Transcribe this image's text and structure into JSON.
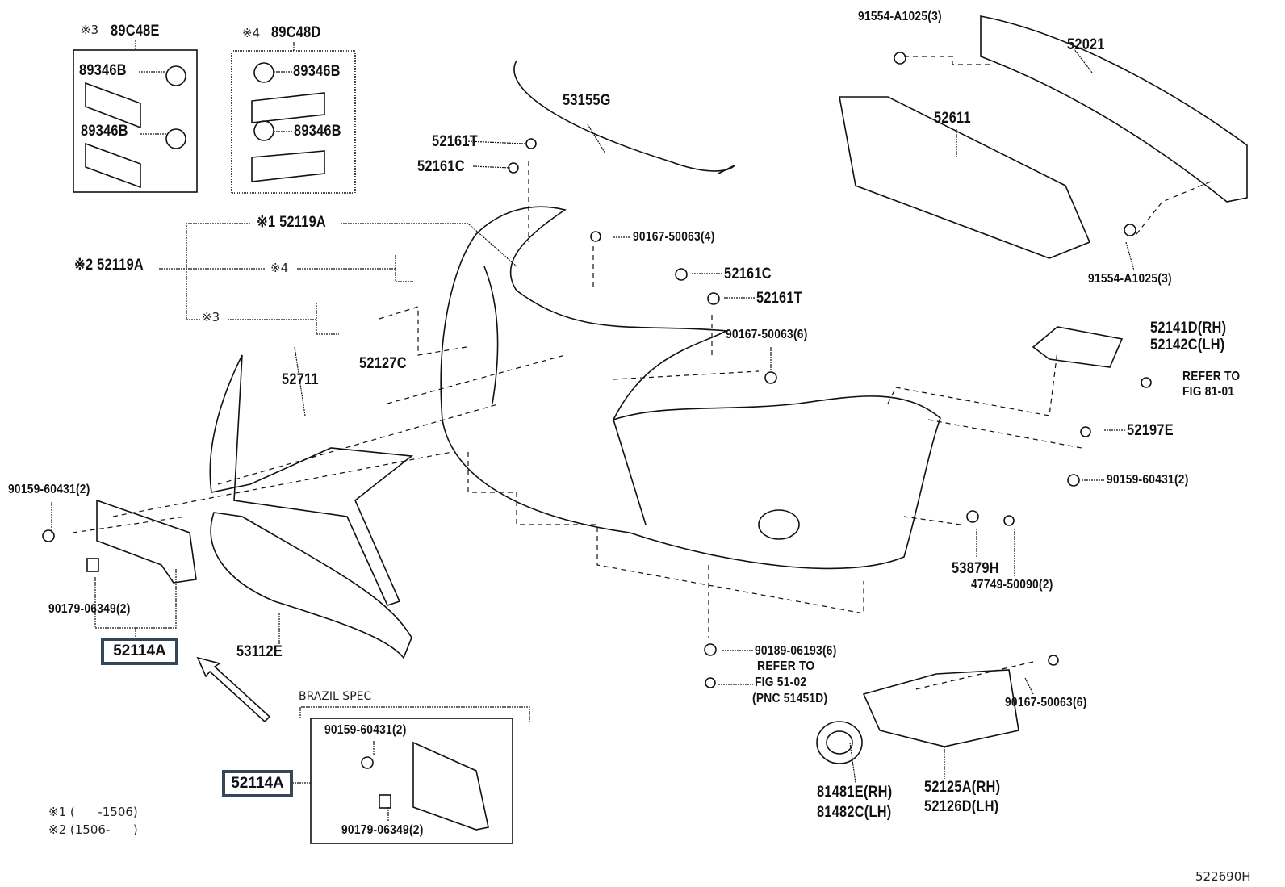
{
  "diagram": {
    "figure_id": "522690H",
    "brazil_spec": "BRAZIL SPEC",
    "notes": [
      "※1 (      -1506)",
      "※2 (1506-      )"
    ],
    "callouts": {
      "c3_89C48E_mark": "※3",
      "c3_89C48E": "89C48E",
      "c4_89C48D_mark": "※4",
      "c4_89C48D": "89C48D",
      "p89346B_a": "89346B",
      "p89346B_b": "89346B",
      "p89346B_c": "89346B",
      "p89346B_d": "89346B",
      "p53155G": "53155G",
      "p52161T_a": "52161T",
      "p52161C_a": "52161C",
      "p91554_top": "91554-A1025(3)",
      "p52021": "52021",
      "p52611": "52611",
      "p52119A_1": "※1 52119A",
      "p90167_4": "90167-50063(4)",
      "p52119A_2": "※2 52119A",
      "mark4": "※4",
      "mark3": "※3",
      "p91554_bottom": "91554-A1025(3)",
      "p52161C_b": "52161C",
      "p52161T_b": "52161T",
      "p52141D": "52141D(RH)",
      "p52142C": "52142C(LH)",
      "p90167_6a": "90167-50063(6)",
      "p52127C": "52127C",
      "p52711": "52711",
      "refer1_a": "REFER TO",
      "refer1_b": "FIG 81-01",
      "p52197E": "52197E",
      "p90159_left": "90159-60431(2)",
      "p90159_right": "90159-60431(2)",
      "p53879H": "53879H",
      "p47749": "47749-50090(2)",
      "p90179_left": "90179-06349(2)",
      "p52114A_main": "52114A",
      "p53112E": "53112E",
      "p90189": "90189-06193(6)",
      "refer2_a": "REFER TO",
      "refer2_b": "FIG 51-02",
      "refer2_c": "(PNC 51451D)",
      "p90167_6b": "90167-50063(6)",
      "p90159_brazil": "90159-60431(2)",
      "p52114A_brazil": "52114A",
      "p90179_brazil": "90179-06349(2)",
      "p81481E": "81481E(RH)",
      "p81482C": "81482C(LH)",
      "p52125A": "52125A(RH)",
      "p52126D": "52126D(LH)"
    },
    "highlight_color": "#33475b"
  }
}
